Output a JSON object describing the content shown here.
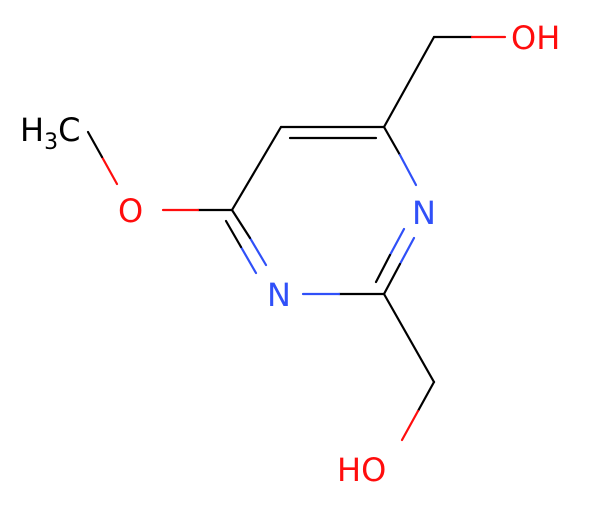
{
  "molecule": {
    "atoms": {
      "oh_top": "OH",
      "oh_bottom": "HO",
      "n_right": "N",
      "n_left": "N",
      "o_methoxy": "O",
      "methyl_h": "H",
      "methyl_sub": "3",
      "methyl_c": "C"
    },
    "colors": {
      "oxygen": "#ff0d0d",
      "nitrogen": "#3050f8",
      "carbon": "#000000",
      "background": "#ffffff"
    }
  }
}
